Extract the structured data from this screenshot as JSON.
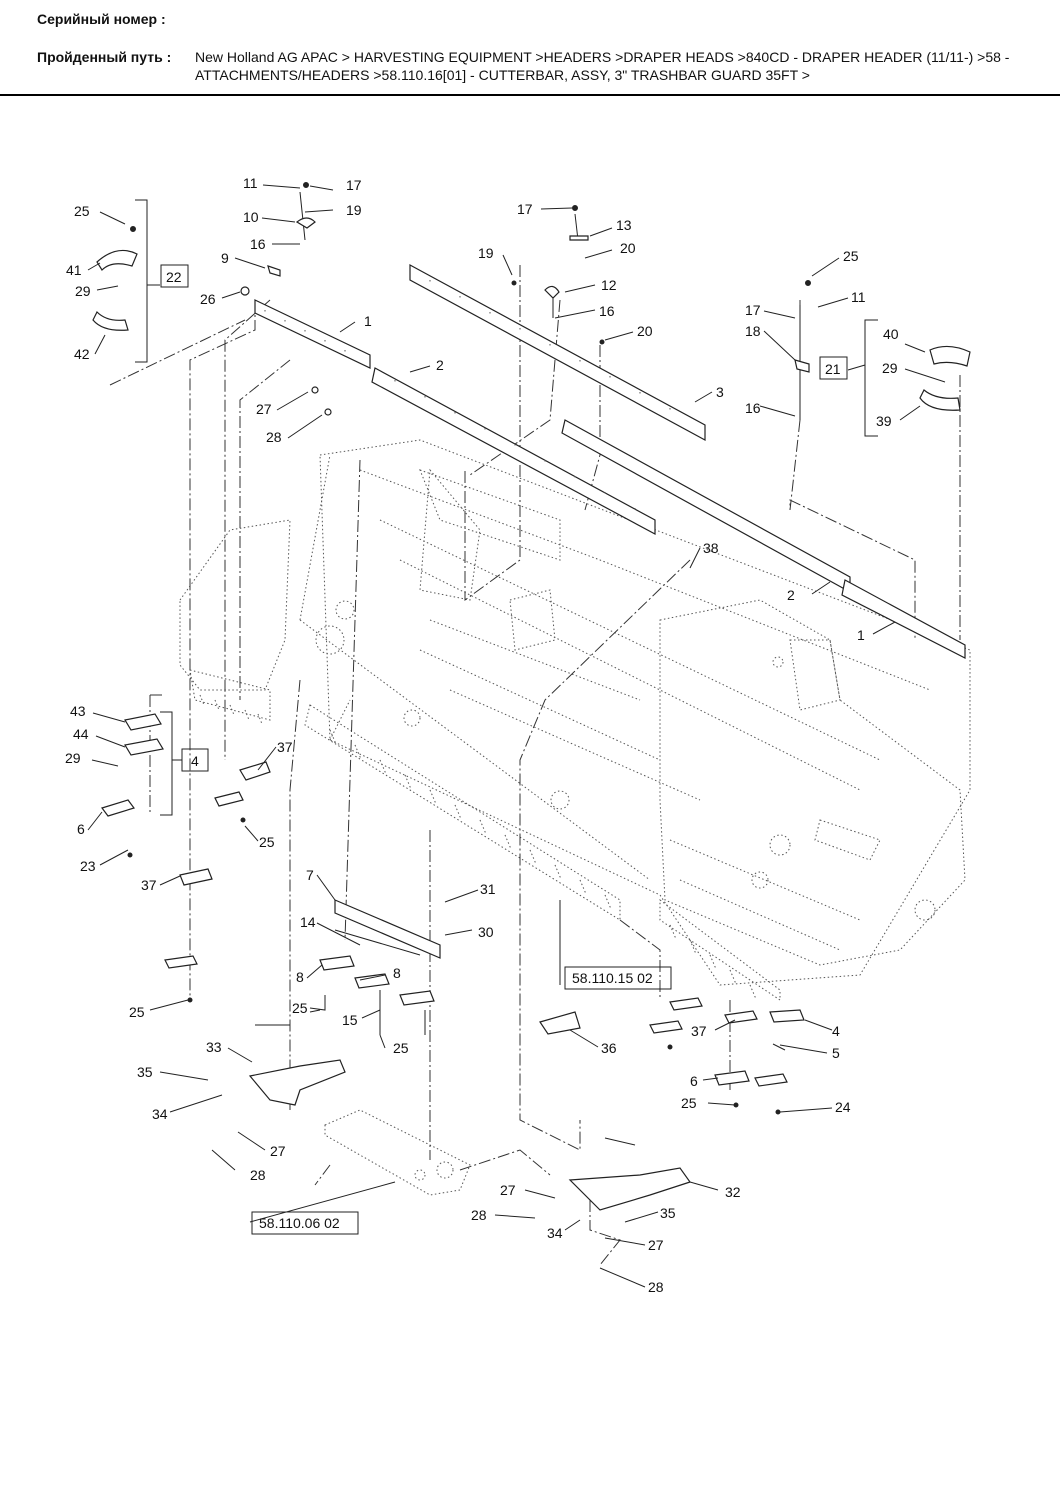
{
  "header": {
    "serial_label": "Серийный номер :",
    "path_label": "Пройденный путь :",
    "path_line1": "New Holland AG APAC > HARVESTING EQUIPMENT >HEADERS >DRAPER HEADS >840CD - DRAPER HEADER (11/11-) >58 -",
    "path_line2": "ATTACHMENTS/HEADERS >58.110.16[01] - CUTTERBAR, ASSY, 3\" TRASHBAR GUARD 35FT >"
  },
  "diagram": {
    "callouts": [
      {
        "id": "c11a",
        "text": "11"
      },
      {
        "id": "c17a",
        "text": "17"
      },
      {
        "id": "c19a",
        "text": "19"
      },
      {
        "id": "c10",
        "text": "10"
      },
      {
        "id": "c16a",
        "text": "16"
      },
      {
        "id": "c9",
        "text": "9"
      },
      {
        "id": "c26",
        "text": "26"
      },
      {
        "id": "c25a",
        "text": "25"
      },
      {
        "id": "c41",
        "text": "41"
      },
      {
        "id": "c29a",
        "text": "29"
      },
      {
        "id": "c42",
        "text": "42"
      },
      {
        "id": "c1a",
        "text": "1"
      },
      {
        "id": "c27a",
        "text": "27"
      },
      {
        "id": "c28a",
        "text": "28"
      },
      {
        "id": "c2a",
        "text": "2"
      },
      {
        "id": "c17b",
        "text": "17"
      },
      {
        "id": "c13",
        "text": "13"
      },
      {
        "id": "c20a",
        "text": "20"
      },
      {
        "id": "c19b",
        "text": "19"
      },
      {
        "id": "c12",
        "text": "12"
      },
      {
        "id": "c16b",
        "text": "16"
      },
      {
        "id": "c20b",
        "text": "20"
      },
      {
        "id": "c3",
        "text": "3"
      },
      {
        "id": "c25b",
        "text": "25"
      },
      {
        "id": "c11b",
        "text": "11"
      },
      {
        "id": "c17c",
        "text": "17"
      },
      {
        "id": "c18",
        "text": "18"
      },
      {
        "id": "c16c",
        "text": "16"
      },
      {
        "id": "c40",
        "text": "40"
      },
      {
        "id": "c29b",
        "text": "29"
      },
      {
        "id": "c39",
        "text": "39"
      },
      {
        "id": "c38",
        "text": "38"
      },
      {
        "id": "c2b",
        "text": "2"
      },
      {
        "id": "c1b",
        "text": "1"
      },
      {
        "id": "c43",
        "text": "43"
      },
      {
        "id": "c44",
        "text": "44"
      },
      {
        "id": "c29c",
        "text": "29"
      },
      {
        "id": "c6a",
        "text": "6"
      },
      {
        "id": "c23",
        "text": "23"
      },
      {
        "id": "c37a",
        "text": "37"
      },
      {
        "id": "c25c",
        "text": "25"
      },
      {
        "id": "c37b",
        "text": "37"
      },
      {
        "id": "c7",
        "text": "7"
      },
      {
        "id": "c31",
        "text": "31"
      },
      {
        "id": "c14",
        "text": "14"
      },
      {
        "id": "c30",
        "text": "30"
      },
      {
        "id": "c8a",
        "text": "8"
      },
      {
        "id": "c8b",
        "text": "8"
      },
      {
        "id": "c25d",
        "text": "25"
      },
      {
        "id": "c15",
        "text": "15"
      },
      {
        "id": "c25e",
        "text": "25"
      },
      {
        "id": "c25f",
        "text": "25"
      },
      {
        "id": "c33",
        "text": "33"
      },
      {
        "id": "c35a",
        "text": "35"
      },
      {
        "id": "c34a",
        "text": "34"
      },
      {
        "id": "c27b",
        "text": "27"
      },
      {
        "id": "c28b",
        "text": "28"
      },
      {
        "id": "c36",
        "text": "36"
      },
      {
        "id": "c37c",
        "text": "37"
      },
      {
        "id": "c4a",
        "text": "4"
      },
      {
        "id": "c5",
        "text": "5"
      },
      {
        "id": "c6b",
        "text": "6"
      },
      {
        "id": "c25g",
        "text": "25"
      },
      {
        "id": "c24",
        "text": "24"
      },
      {
        "id": "c27c",
        "text": "27"
      },
      {
        "id": "c32",
        "text": "32"
      },
      {
        "id": "c28c",
        "text": "28"
      },
      {
        "id": "c35b",
        "text": "35"
      },
      {
        "id": "c34b",
        "text": "34"
      },
      {
        "id": "c27d",
        "text": "27"
      },
      {
        "id": "c28d",
        "text": "28"
      }
    ],
    "kit_boxes": [
      {
        "id": "k22",
        "text": "22"
      },
      {
        "id": "k21",
        "text": "21"
      },
      {
        "id": "k4",
        "text": "4"
      }
    ],
    "references": [
      {
        "id": "ref1",
        "text": "58.110.15 02"
      },
      {
        "id": "ref2",
        "text": "58.110.06 02"
      }
    ]
  }
}
